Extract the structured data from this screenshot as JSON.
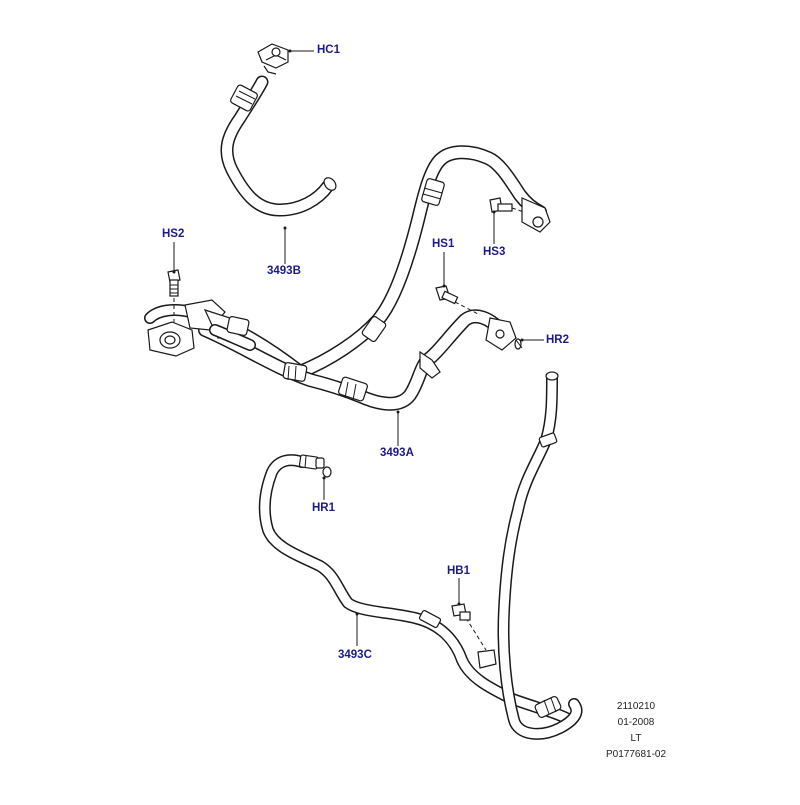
{
  "callouts": {
    "hc1": "HC1",
    "hs2": "HS2",
    "hs1": "HS1",
    "hs3": "HS3",
    "hr2": "HR2",
    "hr1": "HR1",
    "hb1": "HB1",
    "p3493a": "3493A",
    "p3493b": "3493B",
    "p3493c": "3493C"
  },
  "reference": {
    "line1": "2110210",
    "line2": "01-2008",
    "line3": "LT",
    "line4": "P0177681-02"
  },
  "colors": {
    "label_color": "#1a1a8c",
    "line_color": "#1a1a1a"
  }
}
